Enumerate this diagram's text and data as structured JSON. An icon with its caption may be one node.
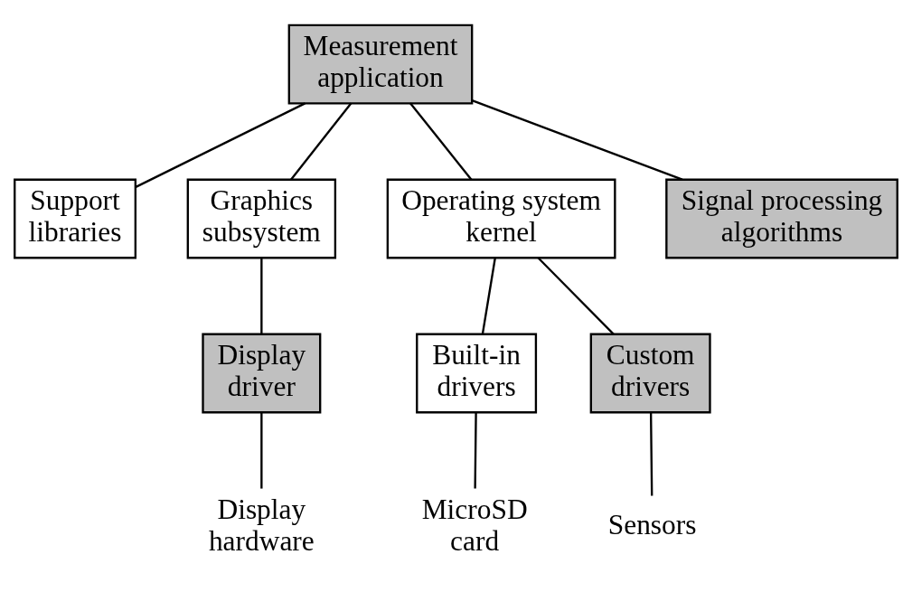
{
  "diagram": {
    "nodes": [
      {
        "text": [
          "Measurement application"
        ]
      },
      {
        "text": [
          "Support libraries"
        ]
      },
      {
        "text": [
          "Graphics subsystem"
        ]
      },
      {
        "text": [
          "Operating system kernel"
        ]
      },
      {
        "text": [
          "Signal processing algorithms"
        ]
      },
      {
        "text": [
          "Display driver"
        ]
      },
      {
        "text": [
          "Built-in drivers"
        ]
      },
      {
        "text": [
          "Custom drivers"
        ]
      },
      {
        "text": [
          "Display hardware"
        ]
      },
      {
        "text": [
          "MicroSD card"
        ]
      },
      {
        "text": [
          "Sensors"
        ]
      }
    ],
    "edges": [
      {
        "from": 0,
        "to": 1,
        "arrow": "none"
      },
      {
        "from": 0,
        "to": 2,
        "arrow": "none"
      },
      {
        "from": 0,
        "to": 3,
        "arrow": "none"
      },
      {
        "from": 0,
        "to": 4,
        "arrow": "none"
      },
      {
        "from": 2,
        "to": 5,
        "arrow": "none"
      },
      {
        "from": 3,
        "to": 6,
        "arrow": "none"
      },
      {
        "from": 3,
        "to": 7,
        "arrow": "none"
      },
      {
        "from": 5,
        "to": 8,
        "arrow": "none"
      },
      {
        "from": 6,
        "to": 9,
        "arrow": "none"
      },
      {
        "from": 7,
        "to": 10,
        "arrow": "none"
      }
    ]
  }
}
